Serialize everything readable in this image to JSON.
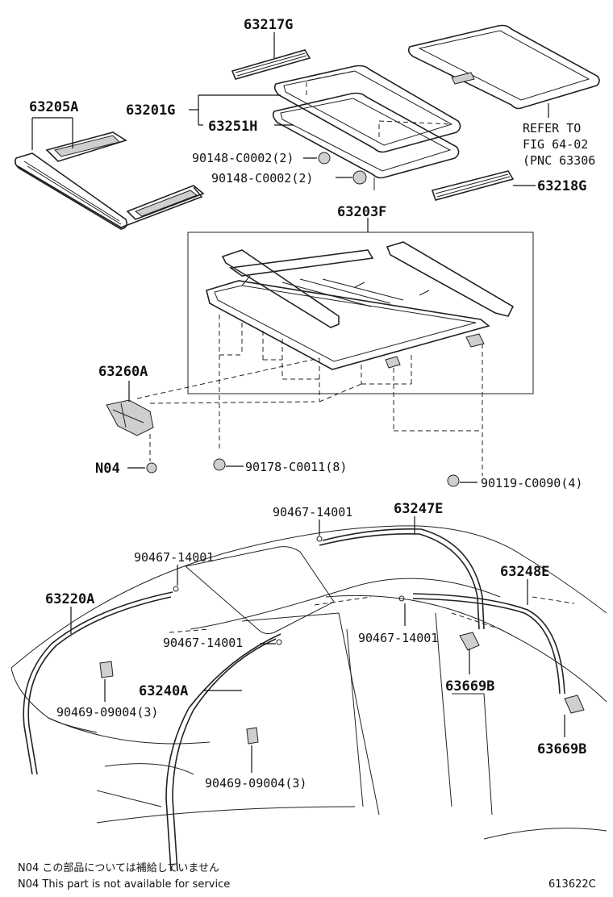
{
  "labels": {
    "p63217G": "63217G",
    "p63205A": "63205A",
    "p63201G": "63201G",
    "p63251H": "63251H",
    "refer_line1": "REFER TO",
    "refer_line2": "FIG 64-02",
    "refer_line3": "(PNC 63306",
    "bolt1": "90148-C0002(2)",
    "bolt2": "90148-C0002(2)",
    "p63218G": "63218G",
    "p63203F": "63203F",
    "p63260A": "63260A",
    "n04": "N04",
    "nut": "90178-C0011(8)",
    "screw": "90119-C0090(4)",
    "clip_top": "90467-14001",
    "p63247E": "63247E",
    "clip_left": "90467-14001",
    "p63248E": "63248E",
    "p63220A": "63220A",
    "clip_mid": "90467-14001",
    "clip_right": "90467-14001",
    "p63669B_1": "63669B",
    "p63240A": "63240A",
    "clamp_left": "90469-09004(3)",
    "clamp_mid": "90469-09004(3)",
    "p63669B_2": "63669B"
  },
  "footer": {
    "note_jp": "N04  この部品については補給していません",
    "note_en": "N04  This part is not available for service",
    "code": "613622C"
  }
}
